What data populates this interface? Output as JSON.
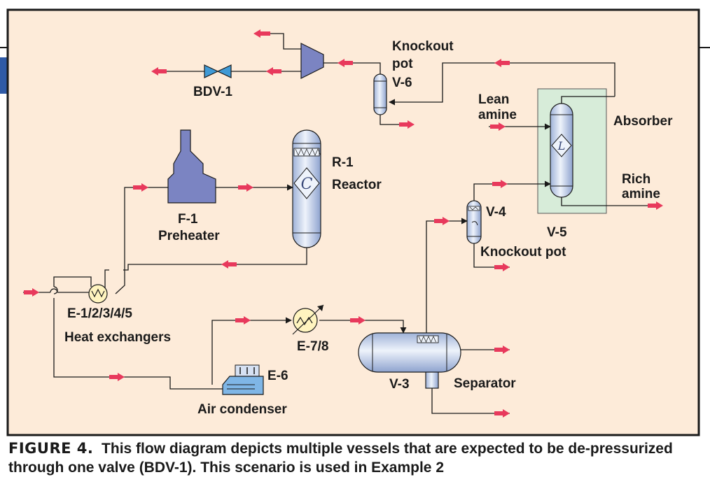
{
  "labels": {
    "knockout_top": "Knockout",
    "pot": "pot",
    "v6": "V-6",
    "bdv1": "BDV-1",
    "lean": "Lean",
    "amine_lean": "amine",
    "absorber": "Absorber",
    "r1": "R-1",
    "reactor": "Reactor",
    "rich": "Rich",
    "amine_rich": "amine",
    "v4": "V-4",
    "f1": "F-1",
    "preheater": "Preheater",
    "v5": "V-5",
    "knockout_pot_v4": "Knockout pot",
    "e12345": "E-1/2/3/4/5",
    "heat_exchangers": "Heat exchangers",
    "e78": "E-7/8",
    "e6": "E-6",
    "v3": "V-3",
    "separator": "Separator",
    "air_condenser": "Air condenser"
  },
  "reactor_glyph": "C",
  "absorber_glyph": "L",
  "caption": {
    "title": "FIGURE 4.",
    "text": "This flow diagram depicts multiple vessels that are expected to be de-pressurized through one valve (BDV-1). This scenario is used in Example 2"
  },
  "colors": {
    "background": "#fdebd9",
    "frame": "#1a1a1a",
    "flow_arrow": "#e8395c",
    "vessel_fill": "#d6e1f3",
    "furnace_fill": "#7b84c2",
    "absorber_box": "#d7ecd9",
    "valve_fill": "#3f9ad6"
  },
  "icons": [
    "gate-valve-icon",
    "compressor-icon",
    "furnace-icon",
    "heat-exchanger-icon",
    "cooler-icon",
    "air-condenser-icon"
  ]
}
